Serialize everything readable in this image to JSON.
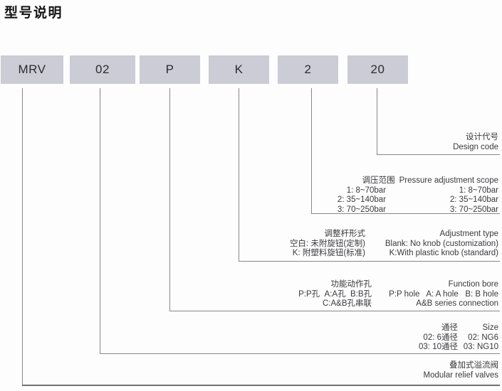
{
  "page_title": "型号说明",
  "model_code": [
    "MRV",
    "02",
    "P",
    "K",
    "2",
    "20"
  ],
  "colors": {
    "box_fill": "#cbccd5",
    "connector_line": "#87878b",
    "text": "#3a3a3e"
  },
  "sections": {
    "design_code": {
      "cn": "设计代号",
      "en": "Design code"
    },
    "pressure": {
      "header_cn": "调压范围",
      "header_en": "Pressure adjustment scope",
      "rows": [
        {
          "cn": "1: 8~70bar",
          "en": "1: 8~70bar"
        },
        {
          "cn": "2: 35~140bar",
          "en": "2: 35~140bar"
        },
        {
          "cn": "3: 70~250bar",
          "en": "3: 70~250bar"
        }
      ]
    },
    "adjustment": {
      "header_cn": "调整杆形式",
      "header_en": "Adjustment type",
      "rows": [
        {
          "cn": "空白: 未附旋钮(定制)",
          "en": "Blank: No knob (customization)"
        },
        {
          "cn": "K: 附塑料旋钮(标准)",
          "en": "K:With plastic knob (standard)"
        }
      ]
    },
    "function_bore": {
      "header_cn": "功能动作孔",
      "header_en": "Function bore",
      "rows": [
        {
          "cn": "P:P孔  A:A孔  B:B孔",
          "en": "P:P hole   A: A hole   B: B hole"
        },
        {
          "cn": "C:A&B孔串联",
          "en": "A&B series connection"
        }
      ]
    },
    "size": {
      "header_cn": "通径",
      "header_en": "Size",
      "rows": [
        {
          "cn": "02: 6通径",
          "en": "02: NG6"
        },
        {
          "cn": "03: 10通径",
          "en": "03: NG10"
        }
      ]
    },
    "product": {
      "cn": "叠加式溢流阀",
      "en": "Modular relief valves"
    }
  }
}
